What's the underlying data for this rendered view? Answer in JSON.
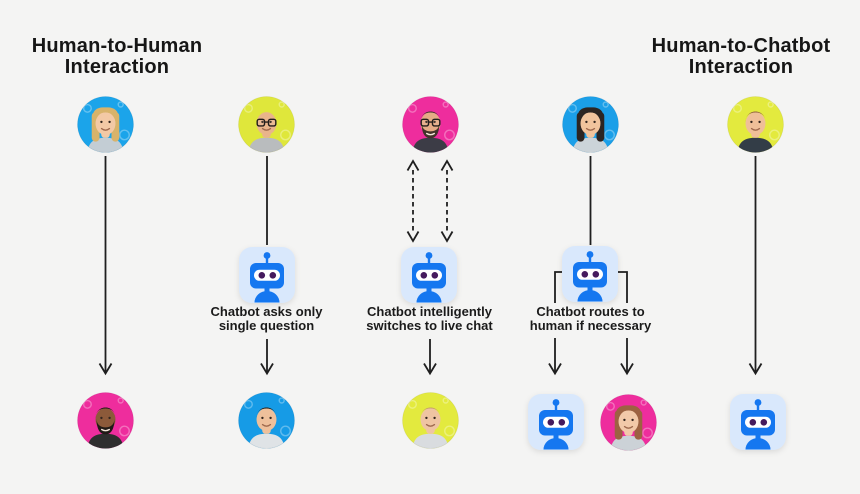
{
  "page": {
    "background": "#f4f4f3",
    "line_color": "#1f1f1f"
  },
  "titles": {
    "left": [
      "Human-to-Human",
      "Interaction"
    ],
    "right": [
      "Human-to-Chatbot",
      "Interaction"
    ]
  },
  "captions": {
    "single_question": [
      "Chatbot asks only",
      "single question"
    ],
    "switch_live_chat": [
      "Chatbot intelligently",
      "switches to live chat"
    ],
    "routes_human": [
      "Chatbot routes to",
      "human if necessary"
    ]
  },
  "chatbot_icon": {
    "label": "chatbot-robot-icon",
    "tile": "#d9e8fc",
    "body": "#1577f0",
    "eye_strip": "#ffffff",
    "eyes": "#451a5e"
  },
  "avatars": {
    "woman_blonde": {
      "desc": "smiling blonde woman",
      "bg": "#1ba4ea",
      "skin": "#f3c9a5",
      "hair": "#d8b36a",
      "style": "long",
      "shirt": "#c3cdd4",
      "glasses": false,
      "beard": null
    },
    "man_bald_glasses": {
      "desc": "bald man with glasses",
      "bg": "#dfe73b",
      "skin": "#e9b48b",
      "hair": null,
      "style": "bald",
      "shirt": "#b9bcbe",
      "glasses": true,
      "beard": null
    },
    "man_beard_glasses": {
      "desc": "bearded man with glasses",
      "bg": "#ee2d9d",
      "skin": "#e5ab85",
      "hair": "#43322a",
      "style": "short",
      "shirt": "#3c3c46",
      "glasses": true,
      "beard": "#43322a"
    },
    "woman_dark_hair": {
      "desc": "smiling woman with long dark hair",
      "bg": "#1b9fe8",
      "skin": "#f1c49d",
      "hair": "#2c2522",
      "style": "long",
      "shirt": "#ccd4d9",
      "glasses": false,
      "beard": null
    },
    "man_short_brown": {
      "desc": "young man with short brown hair",
      "bg": "#e3ea3e",
      "skin": "#efbf98",
      "hair": "#93653e",
      "style": "short",
      "shirt": "#333d47",
      "glasses": false,
      "beard": null
    },
    "man_smile_beard": {
      "desc": "smiling man with short beard",
      "bg": "#ee2d9d",
      "skin": "#8c5a3a",
      "hair": "#201a16",
      "style": "short",
      "shirt": "#2e2e2e",
      "glasses": false,
      "beard": "#201a16"
    },
    "man_dark_hair": {
      "desc": "young man with dark hair",
      "bg": "#169be6",
      "skin": "#eec09b",
      "hair": "#241e1a",
      "style": "short",
      "shirt": "#dfe3e6",
      "glasses": false,
      "beard": null
    },
    "man_fair": {
      "desc": "smiling man with light short hair",
      "bg": "#e3ea3e",
      "skin": "#efc4a2",
      "hair": "#c5a169",
      "style": "short",
      "shirt": "#d9dcdf",
      "glasses": false,
      "beard": null
    },
    "woman_auburn": {
      "desc": "smiling woman with long auburn hair",
      "bg": "#ee2d9d",
      "skin": "#f2c9a9",
      "hair": "#9c6242",
      "style": "long",
      "shirt": "#ccd2d7",
      "glasses": false,
      "beard": null
    }
  },
  "flows": [
    {
      "name": "human-to-human",
      "from": "woman_blonde",
      "to": "man_smile_beard",
      "connector": "solid-arrow"
    },
    {
      "name": "chatbot-single-question",
      "from": "man_bald_glasses",
      "via": "chatbot",
      "caption": "single_question",
      "to": "man_dark_hair",
      "connector": "solid-arrow"
    },
    {
      "name": "chatbot-switches-to-live-chat",
      "from": "man_beard_glasses",
      "via": "chatbot",
      "caption": "switch_live_chat",
      "to": "man_fair",
      "connector": "dashed-two-way-arrows"
    },
    {
      "name": "chatbot-routes-to-human",
      "from": "woman_dark_hair",
      "via": "chatbot",
      "caption": "routes_human",
      "to": [
        "chatbot",
        "woman_auburn"
      ],
      "connector": "solid-arrow-branch"
    },
    {
      "name": "human-to-chatbot",
      "from": "man_short_brown",
      "to": "chatbot",
      "connector": "solid-arrow"
    }
  ]
}
